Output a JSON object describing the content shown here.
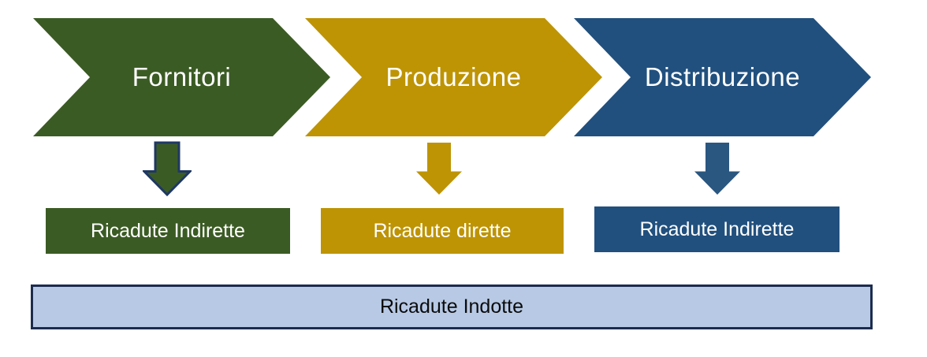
{
  "diagram": {
    "title": "supply-chain impact flow",
    "stages": [
      {
        "label": "Fornitori",
        "color": "#3B5B24",
        "arrow_icon": "down-arrow-icon",
        "outcome": "Ricadute Indirette"
      },
      {
        "label": "Produzione",
        "color": "#BE9405",
        "arrow_icon": "down-arrow-icon",
        "outcome": "Ricadute dirette"
      },
      {
        "label": "Distribuzione",
        "color": "#21507E",
        "arrow_icon": "down-arrow-icon",
        "outcome": "Ricadute Indirette"
      }
    ],
    "bottom_band": {
      "label": "Ricadute Indotte",
      "fill_color": "#B7C9E5",
      "border_color": "#1C2C4E"
    },
    "colors": {
      "green": "#3B5B24",
      "gold": "#BE9405",
      "blue": "#21507E",
      "light_blue": "#B7C9E5",
      "navy_border": "#1C2C4E",
      "arrow_outline_navy": "#1F3864",
      "chevron_text": "#FFFFFF",
      "bottom_band_text": "#0B0B0B"
    }
  }
}
